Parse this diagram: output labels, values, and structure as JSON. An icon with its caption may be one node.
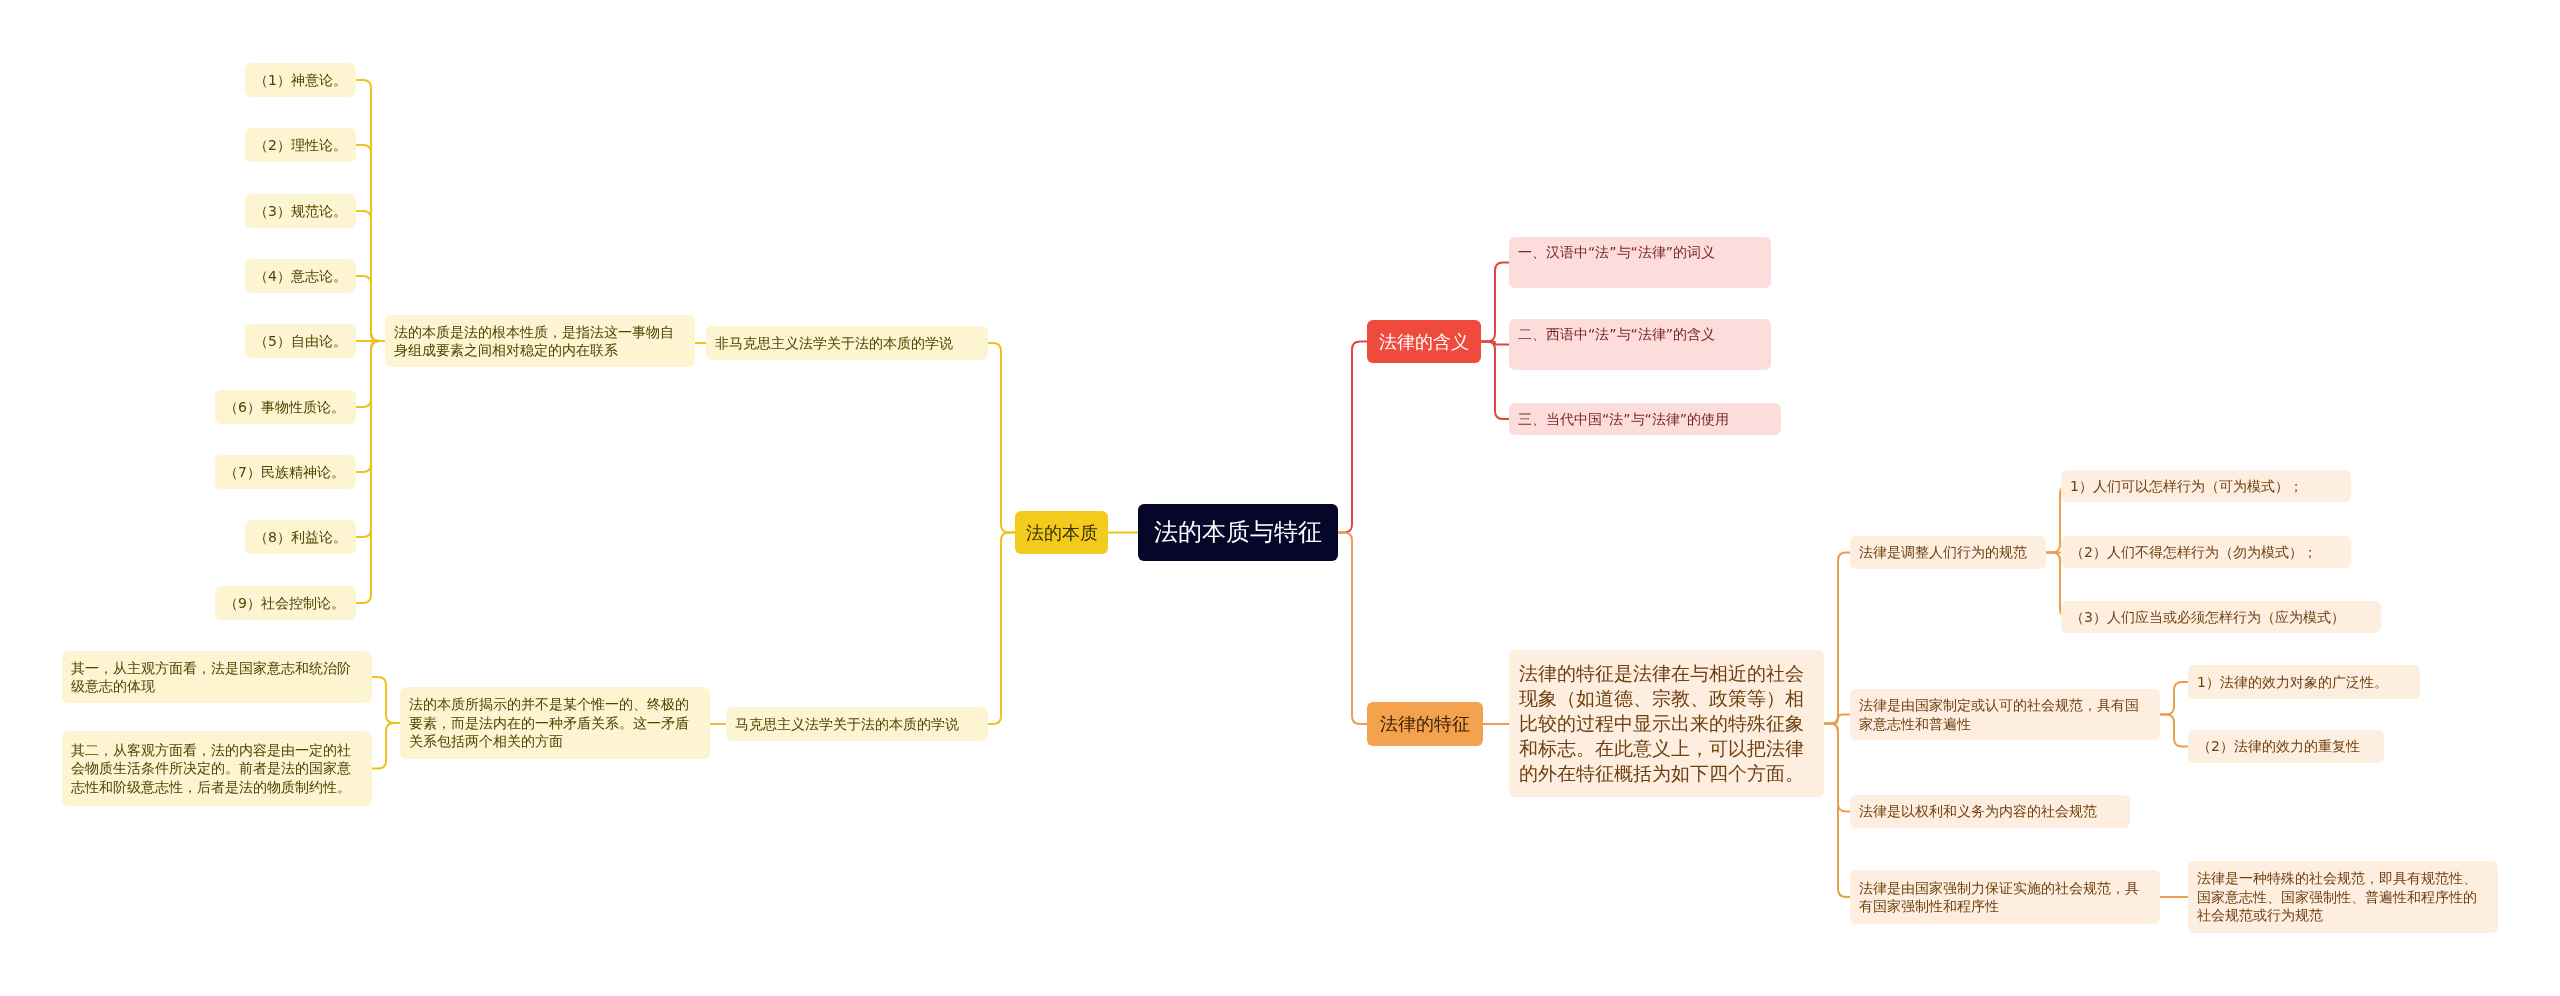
{
  "diagram": {
    "nodes": [
      {
        "text": [
          "法的本质与特征"
        ]
      },
      {
        "text": [
          "法的本质"
        ]
      },
      {
        "text": [
          "非马克思主义法学关于法的本质的学说"
        ]
      },
      {
        "text": [
          "法的本质是法的根本性质，是指法这一事物自身组成要素之间相对稳定的内在联系"
        ]
      },
      {
        "text": [
          "（1）神意论。"
        ]
      },
      {
        "text": [
          "（2）理性论。"
        ]
      },
      {
        "text": [
          "（3）规范论。"
        ]
      },
      {
        "text": [
          "（4）意志论。"
        ]
      },
      {
        "text": [
          "（5）自由论。"
        ]
      },
      {
        "text": [
          "（6）事物性质论。"
        ]
      },
      {
        "text": [
          "（7）民族精神论。"
        ]
      },
      {
        "text": [
          "（8）利益论。"
        ]
      },
      {
        "text": [
          "（9）社会控制论。"
        ]
      },
      {
        "text": [
          "马克思主义法学关于法的本质的学说"
        ]
      },
      {
        "text": [
          "法的本质所揭示的并不是某个惟一的、终极的要素，而是法内在的一种矛盾关系。这一矛盾关系包括两个相关的方面"
        ]
      },
      {
        "text": [
          "其一，从主观方面看，法是国家意志和统治阶级意志的体现"
        ]
      },
      {
        "text": [
          "其二，从客观方面看，法的内容是由一定的社会物质生活条件所决定的。前者是法的国家意志性和阶级意志性，后者是法的物质制约性。"
        ]
      },
      {
        "text": [
          "法律的含义"
        ]
      },
      {
        "text": [
          "一、汉语中“法”与“法律”的词义"
        ]
      },
      {
        "text": [
          "二、西语中“法”与“法律”的含义"
        ]
      },
      {
        "text": [
          "三、当代中国“法”与“法律”的使用"
        ]
      },
      {
        "text": [
          "法律的特征"
        ]
      },
      {
        "text": [
          "法律的特征是法律在与相近的社会现象（如道德、宗教、政策等）相比较的过程中显示出来的特殊征象和标志。在此意义上，可以把法律的外在特征概括为如下四个方面。"
        ]
      },
      {
        "text": [
          "法律是调整人们行为的规范"
        ]
      },
      {
        "text": [
          "1）人们可以怎样行为（可为模式）；"
        ]
      },
      {
        "text": [
          "（2）人们不得怎样行为（勿为模式）；"
        ]
      },
      {
        "text": [
          "（3）人们应当或必须怎样行为（应为模式）"
        ]
      },
      {
        "text": [
          "法律是由国家制定或认可的社会规范，具有国家意志性和普遍性"
        ]
      },
      {
        "text": [
          "1）法律的效力对象的广泛性。"
        ]
      },
      {
        "text": [
          "（2）法律的效力的重复性"
        ]
      },
      {
        "text": [
          "法律是以权利和义务为内容的社会规范"
        ]
      },
      {
        "text": [
          "法律是由国家强制力保证实施的社会规范，具有国家强制性和程序性"
        ]
      },
      {
        "text": [
          "法律是一种特殊的社会规范，即具有规范性、国家意志性、国家强制性、普遍性和程序性的社会规范或行为规范"
        ]
      }
    ],
    "edges": [
      {
        "from": 0,
        "to": 1,
        "arrow": "none"
      },
      {
        "from": 1,
        "to": 2,
        "arrow": "none"
      },
      {
        "from": 2,
        "to": 3,
        "arrow": "none"
      },
      {
        "from": 3,
        "to": 4,
        "arrow": "none"
      },
      {
        "from": 3,
        "to": 5,
        "arrow": "none"
      },
      {
        "from": 3,
        "to": 6,
        "arrow": "none"
      },
      {
        "from": 3,
        "to": 7,
        "arrow": "none"
      },
      {
        "from": 3,
        "to": 8,
        "arrow": "none"
      },
      {
        "from": 3,
        "to": 9,
        "arrow": "none"
      },
      {
        "from": 3,
        "to": 10,
        "arrow": "none"
      },
      {
        "from": 3,
        "to": 11,
        "arrow": "none"
      },
      {
        "from": 3,
        "to": 12,
        "arrow": "none"
      },
      {
        "from": 1,
        "to": 13,
        "arrow": "none"
      },
      {
        "from": 13,
        "to": 14,
        "arrow": "none"
      },
      {
        "from": 14,
        "to": 15,
        "arrow": "none"
      },
      {
        "from": 14,
        "to": 16,
        "arrow": "none"
      },
      {
        "from": 0,
        "to": 17,
        "arrow": "none",
        "color": "#e0463b"
      },
      {
        "from": 17,
        "to": 18,
        "arrow": "none",
        "color": "#e0463b"
      },
      {
        "from": 17,
        "to": 19,
        "arrow": "none",
        "color": "#e0463b"
      },
      {
        "from": 17,
        "to": 20,
        "arrow": "none",
        "color": "#e0463b"
      },
      {
        "from": 0,
        "to": 21,
        "arrow": "none",
        "color": "#e8a050"
      },
      {
        "from": 21,
        "to": 22,
        "arrow": "none",
        "color": "#e8a050"
      },
      {
        "from": 22,
        "to": 23,
        "arrow": "none",
        "color": "#e8a050"
      },
      {
        "from": 23,
        "to": 24,
        "arrow": "none",
        "color": "#e8a050"
      },
      {
        "from": 23,
        "to": 25,
        "arrow": "none",
        "color": "#e8a050"
      },
      {
        "from": 23,
        "to": 26,
        "arrow": "none",
        "color": "#e8a050"
      },
      {
        "from": 22,
        "to": 27,
        "arrow": "none",
        "color": "#e8a050"
      },
      {
        "from": 27,
        "to": 28,
        "arrow": "none",
        "color": "#e8a050"
      },
      {
        "from": 27,
        "to": 29,
        "arrow": "none",
        "color": "#e8a050"
      },
      {
        "from": 22,
        "to": 30,
        "arrow": "none",
        "color": "#e8a050"
      },
      {
        "from": 22,
        "to": 31,
        "arrow": "none",
        "color": "#e8a050"
      },
      {
        "from": 31,
        "to": 32,
        "arrow": "none",
        "color": "#e8a050"
      }
    ]
  }
}
